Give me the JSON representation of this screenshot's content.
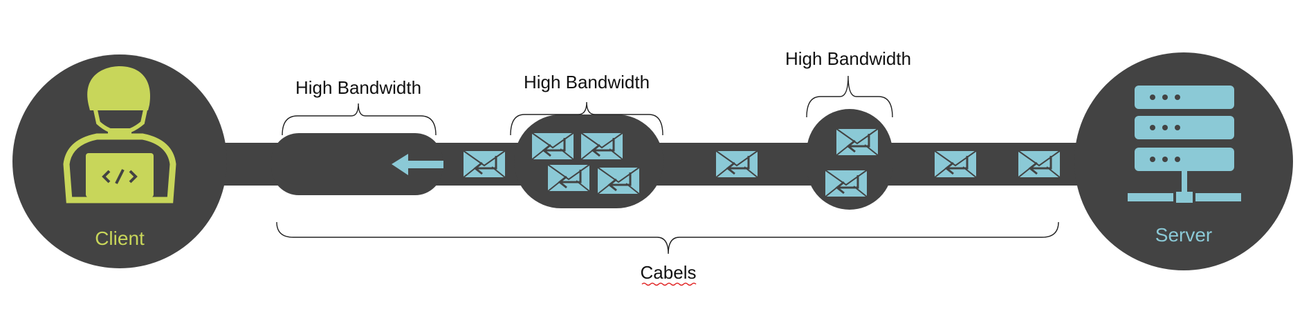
{
  "client": {
    "label": "Client",
    "color": "#c8d65a"
  },
  "server": {
    "label": "Server",
    "color": "#8bc9d6"
  },
  "labels": {
    "segment_a": "High Bandwidth",
    "segment_b": "High Bandwidth",
    "segment_c": "High Bandwidth",
    "cables": "Cabels"
  },
  "colors": {
    "pipe": "#434343",
    "envelope": "#8bc9d6",
    "arrow": "#8bc9d6",
    "spellcheck": "#e02020"
  }
}
